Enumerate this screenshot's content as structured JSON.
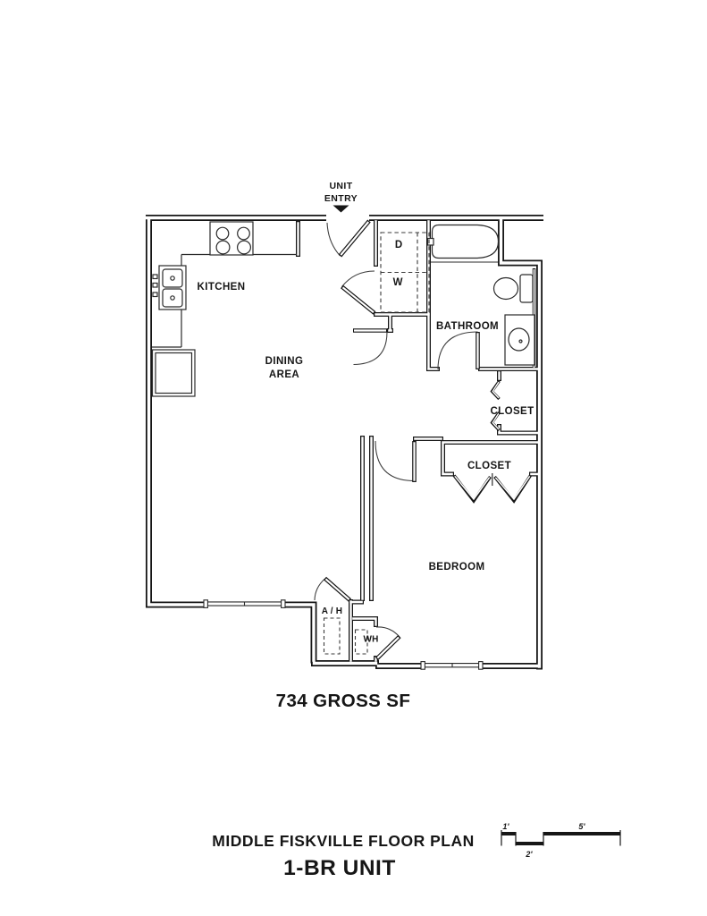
{
  "floor_plan": {
    "entry": {
      "line1": "UNIT",
      "line2": "ENTRY"
    },
    "rooms": {
      "kitchen": "KITCHEN",
      "dining_line1": "DINING",
      "dining_line2": "AREA",
      "bathroom": "BATHROOM",
      "hall_closet": "CLOSET",
      "bedroom_closet": "CLOSET",
      "bedroom": "BEDROOM"
    },
    "equipment": {
      "dryer": "D",
      "washer": "W",
      "air_handler": "A / H",
      "water_heater": "WH"
    },
    "area_label": "734 GROSS SF"
  },
  "title_block": {
    "line1": "MIDDLE FISKVILLE FLOOR PLAN",
    "line2": "1-BR UNIT"
  },
  "scale_bar": {
    "labels": [
      "1'",
      "2'",
      "5'"
    ]
  },
  "colors": {
    "line": "#161616",
    "background": "#ffffff"
  }
}
